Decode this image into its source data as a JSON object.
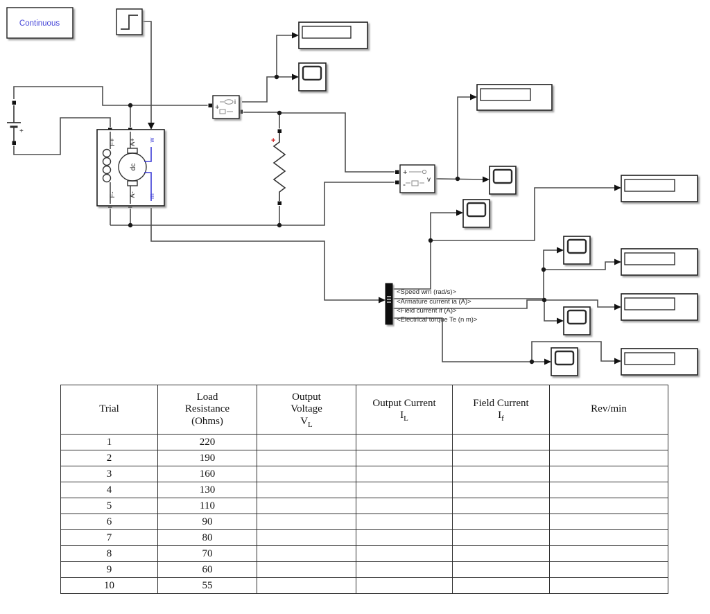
{
  "diagram": {
    "powergui": {
      "label": "Continuous"
    },
    "dc_machine": {
      "label_dc": "dc",
      "ports": {
        "fp": "F+",
        "ap": "A+",
        "w": "w",
        "fm": "F-",
        "am": "A-",
        "m": "m"
      }
    },
    "battery": {
      "plus": "+"
    },
    "resistor": {
      "plus_mark": "+"
    },
    "current_measurement": {
      "plus": "+",
      "minus": "-",
      "i": "i"
    },
    "voltage_measurement": {
      "plus": "+",
      "minus": "-",
      "v": "v"
    },
    "bus_signals": [
      "<Speed wm (rad/s)>",
      "<Armature current ia (A)>",
      "<Field current if (A)>",
      "<Electrical torque Te (n m)>"
    ]
  },
  "colors": {
    "wire": "#4d4d4d",
    "block_border": "#1f1f1f",
    "signal_blue": "#3d3dd6",
    "powergui_text": "#4545d8",
    "red_plus": "#cc2222"
  },
  "table": {
    "headers": [
      {
        "lines": [
          "Trial"
        ]
      },
      {
        "lines": [
          "Load",
          "Resistance",
          "(Ohms)"
        ]
      },
      {
        "lines": [
          "Output",
          "Voltage"
        ],
        "sym": "V",
        "sub": "L"
      },
      {
        "lines": [
          "Output Current"
        ],
        "sym": "I",
        "sub": "L"
      },
      {
        "lines": [
          "Field Current"
        ],
        "sym": "I",
        "sub": "f"
      },
      {
        "lines": [
          "Rev/min"
        ]
      }
    ],
    "rows": [
      {
        "trial": "1",
        "resistance": "220"
      },
      {
        "trial": "2",
        "resistance": "190"
      },
      {
        "trial": "3",
        "resistance": "160"
      },
      {
        "trial": "4",
        "resistance": "130"
      },
      {
        "trial": "5",
        "resistance": "110"
      },
      {
        "trial": "6",
        "resistance": "90"
      },
      {
        "trial": "7",
        "resistance": "80"
      },
      {
        "trial": "8",
        "resistance": "70"
      },
      {
        "trial": "9",
        "resistance": "60"
      },
      {
        "trial": "10",
        "resistance": "55"
      }
    ]
  }
}
